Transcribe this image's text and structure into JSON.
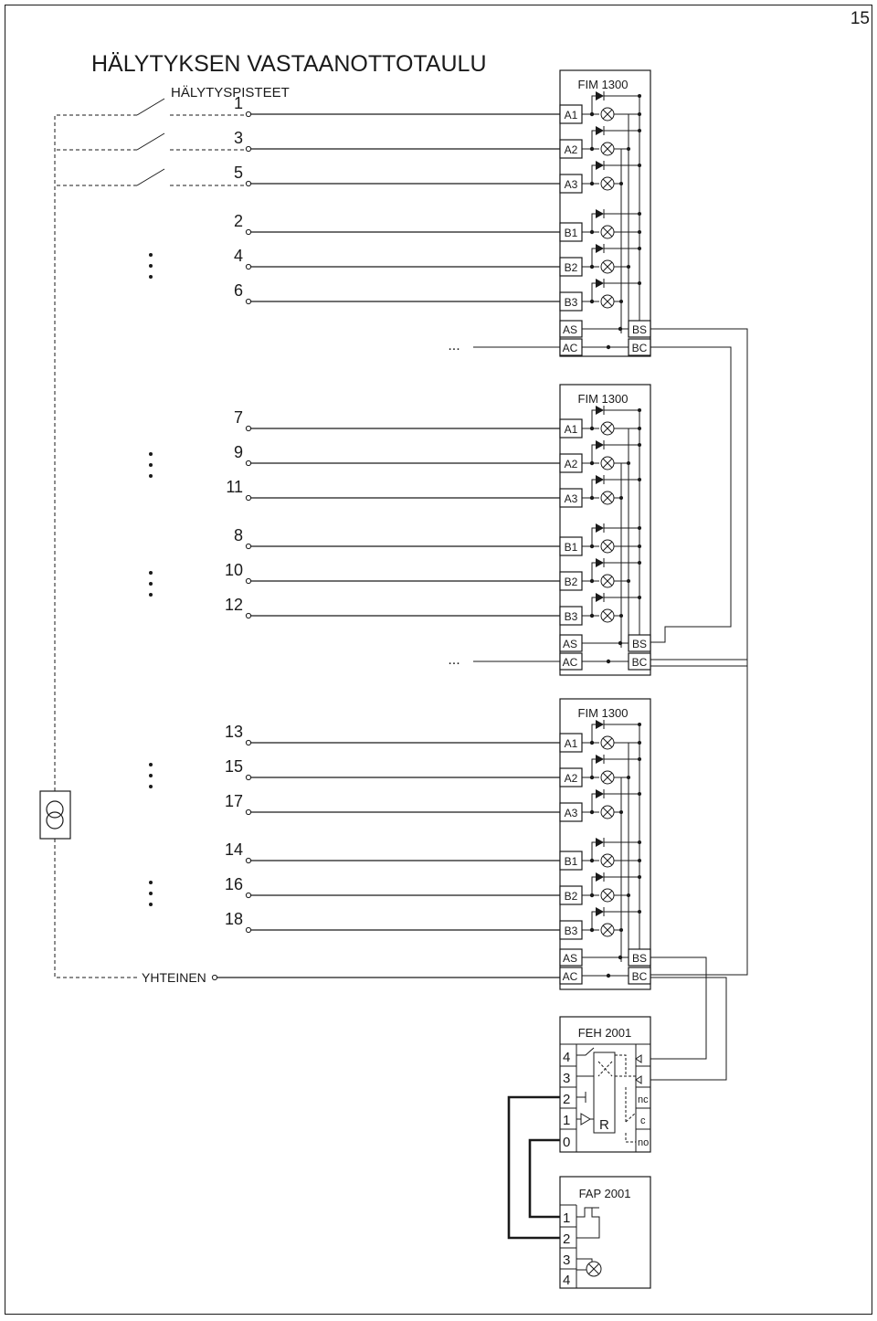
{
  "page_number": "15",
  "title": "HÄLYTYKSEN VASTAANOTTOTAULU",
  "subtitle": "HÄLYTYSPISTEET",
  "modules": [
    {
      "name": "FIM 1300",
      "terminals_left": [
        "A1",
        "A2",
        "A3",
        "B1",
        "B2",
        "B3"
      ],
      "points": [
        "1",
        "3",
        "5",
        "2",
        "4",
        "6"
      ],
      "bottom_left": [
        "AS",
        "AC"
      ],
      "bottom_right": [
        "BS",
        "BC"
      ]
    },
    {
      "name": "FIM 1300",
      "terminals_left": [
        "A1",
        "A2",
        "A3",
        "B1",
        "B2",
        "B3"
      ],
      "points": [
        "7",
        "9",
        "11",
        "8",
        "10",
        "12"
      ],
      "bottom_left": [
        "AS",
        "AC"
      ],
      "bottom_right": [
        "BS",
        "BC"
      ]
    },
    {
      "name": "FIM 1300",
      "terminals_left": [
        "A1",
        "A2",
        "A3",
        "B1",
        "B2",
        "B3"
      ],
      "points": [
        "13",
        "15",
        "17",
        "14",
        "16",
        "18"
      ],
      "bottom_left": [
        "AS",
        "AC"
      ],
      "bottom_right": [
        "BS",
        "BC"
      ]
    }
  ],
  "common_label": "YHTEINEN",
  "continuation": "...",
  "feh": {
    "name": "FEH 2001",
    "terminals": [
      "4",
      "3",
      "2",
      "1",
      "0"
    ],
    "right_terminals": [
      "nc",
      "c",
      "no"
    ],
    "relay_label": "R"
  },
  "fap": {
    "name": "FAP 2001",
    "terminals": [
      "1",
      "2",
      "3",
      "4"
    ]
  },
  "icons": [
    "transformer-icon",
    "diode-icon",
    "lamp-icon",
    "switch-icon",
    "contact-icon"
  ]
}
